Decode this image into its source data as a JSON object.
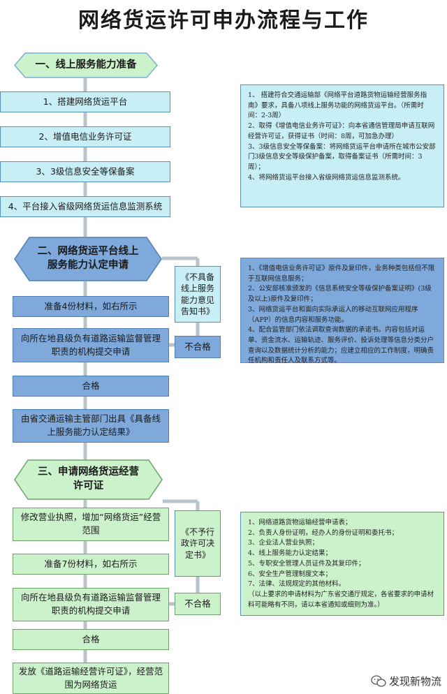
{
  "title": "网络货运许可申办流程与工作",
  "section1": {
    "heading": "一、线上服务能力准备",
    "steps": [
      "1、搭建网络货运平台",
      "2、增值电信业务许可证",
      "3、3级信息安全等保备案",
      "4、平台接入省级网络货运信息监测系统"
    ],
    "note": "1、  搭建符合交通运输部《网络平台道路货物运输经营服务指南》要求，具备八项线上服务功能的网络货运平台。（所需时间：2-3周）\n2、取得《增值电信业务许可证》：向本省通信管理局申请互联网经营许可证，获得证书（时间：8周，可加急办理）\n3、3级信息安全等保备案：将网络货运平台申请所在城市公安部门3级信息安全等级保护备案，取得备案证书（所需时间：3周）；\n4、将网络货运平台接入省级网络货运信息监测系统。"
  },
  "section2": {
    "heading_line1": "二、网络货运平台线上",
    "heading_line2": "服务能力认定申请",
    "prepare": "准备4份材料，如右所示",
    "submit": "向所在地县级负有道路运输监督管理职责的机构提交申请",
    "fail": "不合格",
    "fail_notice": "《不具备线上服务能力意见告知书》",
    "pass": "合格",
    "result": "由省交通运输主管部门出具《具备线上服务能力认定结果》",
    "note": "1、《增值电信业务许可证》原件及复印件，业务种类包括但不限于互联网信息服务；\n2、公安部核准颁发的《信息系统安全等级保护备案证明》(3级及以上)原件及复印件；\n3、网络货运平台和面向实际承运人的移动互联网应用程序（APP）的信息内容和服务功能。\n4、配合监管部门依法调取查询数据的承诺书。内容包括对运单、资金流水、运输轨迹、服务评价、投诉处理等信息分类分户查询以及数据统计分析的能力；应建立相应的工作制度，明确责任机构和责任人及联系方式等。"
  },
  "section3": {
    "heading_line1": "三、申请网络货运经营",
    "heading_line2": "许可证",
    "modify": "修改营业执照，增加“网络货运”经营范围",
    "prepare": "准备7份材料，如右所示",
    "submit": "向所在地县级负有道路运输监督管理职责的机构提交申请",
    "fail": "不合格",
    "fail_notice": "《不予行政许可决定书》",
    "pass": "合格",
    "issue": "发放《道路运输经营许可证》，经营范围为网络货运",
    "note": "1、网络道路货物运输经营申请表；\n2、负责人身份证明，经办人的身份证明和委托书；\n3、企业法人营业执照；\n4、线上服务能力认定结果；\n5、专职安全管理人员证件及其复印件；\n6、安全生产管理制度文本；\n7、法律、法规规定的其他材料。\n（以上要求的申请材料为广东省交通厅规定，各省要求的申请材料可能略有不同，请以本省通知或细则为准。）"
  },
  "watermark": "发现新物流",
  "colors": {
    "light_blue": "#c8eef6",
    "dark_blue": "#7ea9da",
    "green": "#ccf2cc",
    "border": "#5a8fb8",
    "arrow": "#b9c3cc"
  }
}
